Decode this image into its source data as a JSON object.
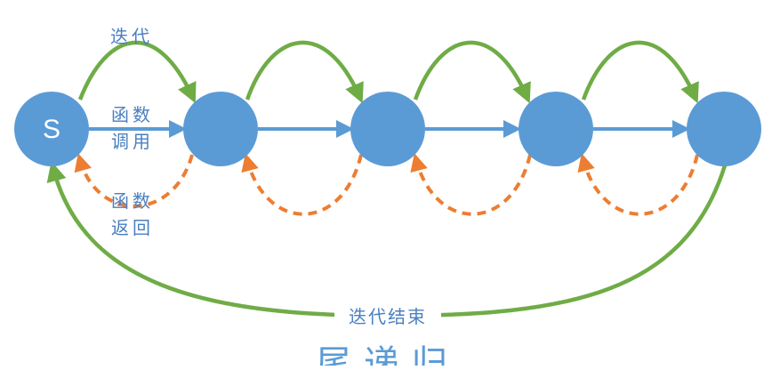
{
  "colors": {
    "node_fill": "#5b9bd5",
    "call_arrow": "#5b9bd5",
    "iterate_arrow": "#6fac46",
    "return_arrow": "#ed7d31",
    "label_text": "#4a7fc1",
    "caption_text": "#5b9bd5"
  },
  "start_node": {
    "label": "S"
  },
  "labels": {
    "iterate": "迭代",
    "function_call": [
      "函数",
      "调用"
    ],
    "function_return": [
      "函数",
      "返回"
    ],
    "iteration_end": "迭代结束"
  },
  "caption": "尾递归"
}
